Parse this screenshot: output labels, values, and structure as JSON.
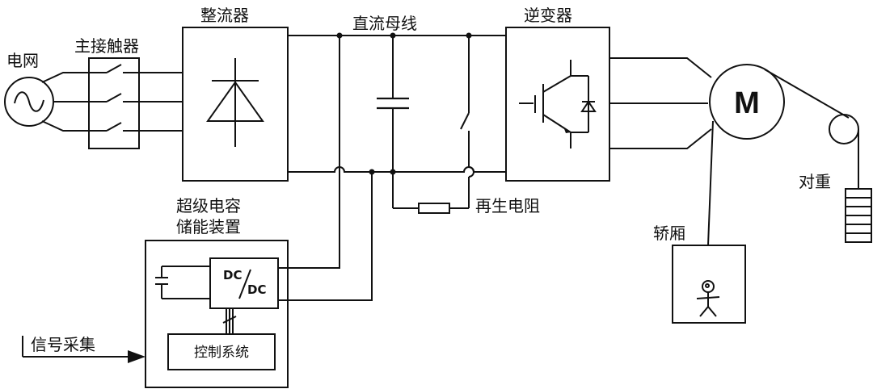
{
  "labels": {
    "grid": "电网",
    "main_contactor": "主接触器",
    "rectifier": "整流器",
    "dc_bus": "直流母线",
    "inverter": "逆变器",
    "motor": "M",
    "counterweight": "对重",
    "regen_resistor": "再生电阻",
    "car": "轿厢",
    "supercap_line1": "超级电容",
    "supercap_line2": "储能装置",
    "dcdc_top": "DC",
    "dcdc_bottom": "DC",
    "control_system": "控制系统",
    "signal_acquisition": "信号采集"
  }
}
